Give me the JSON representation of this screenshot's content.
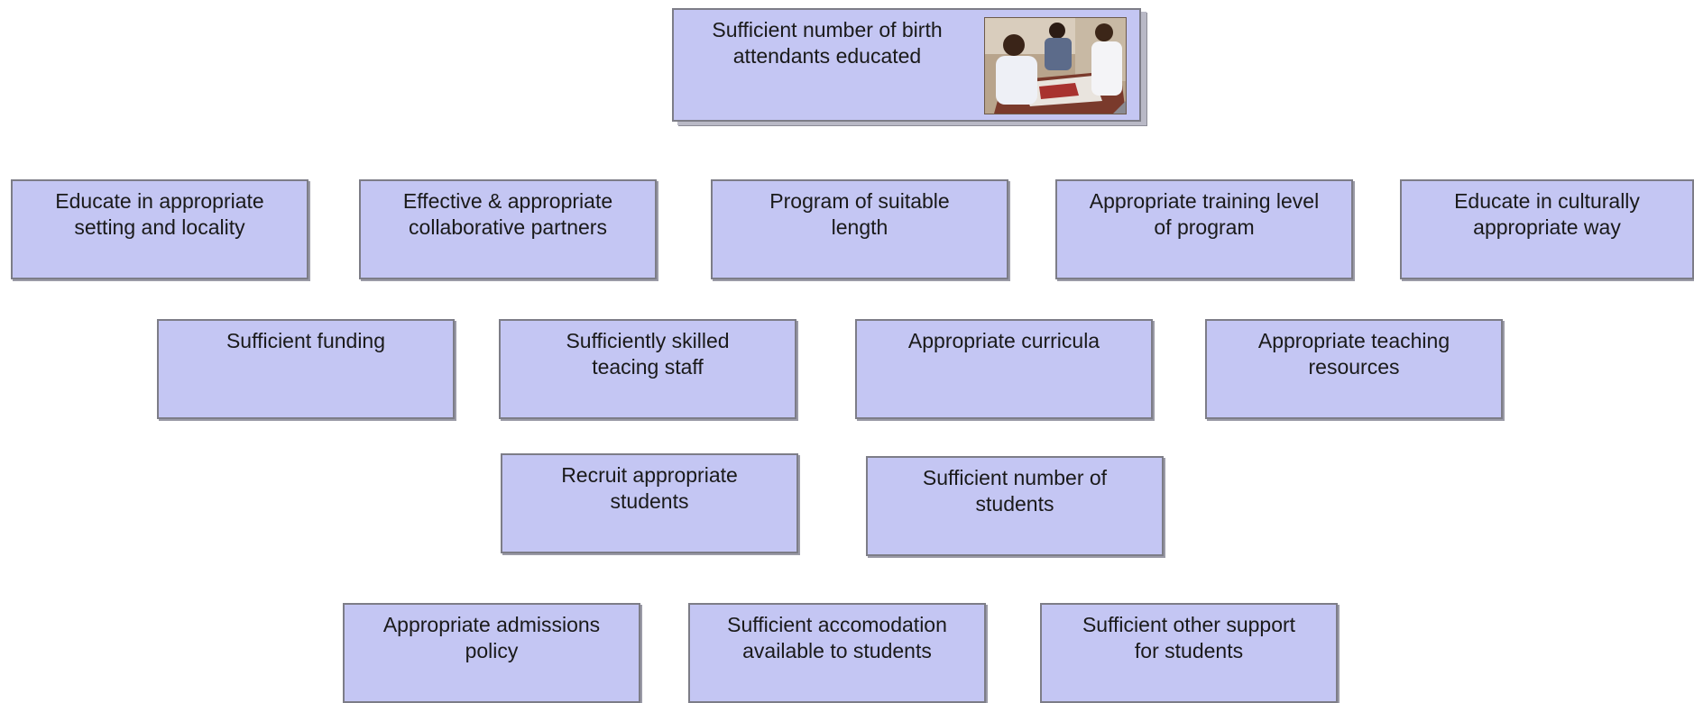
{
  "diagram": {
    "root": {
      "label": "Sufficient number of  birth\nattendants educated",
      "thumbnail_icon": "photo-thumbnail-icon"
    },
    "row1": [
      {
        "label": "Educate in appropriate\nsetting and locality"
      },
      {
        "label": "Effective & appropriate\ncollaborative partners"
      },
      {
        "label": "Program of suitable\nlength"
      },
      {
        "label": "Appropriate training level\nof program"
      },
      {
        "label": "Educate in culturally\nappropriate way"
      }
    ],
    "row2": [
      {
        "label": "Sufficient funding"
      },
      {
        "label": "Sufficiently skilled\nteacing staff"
      },
      {
        "label": "Appropriate curricula"
      },
      {
        "label": "Appropriate teaching\nresources"
      }
    ],
    "row3": [
      {
        "label": "Recruit appropriate\nstudents"
      },
      {
        "label": "Sufficient number of\nstudents"
      }
    ],
    "row4": [
      {
        "label": "Appropriate admissions\npolicy"
      },
      {
        "label": "Sufficient accomodation\navailable to students"
      },
      {
        "label": "Sufficient other support\nfor students"
      }
    ]
  }
}
